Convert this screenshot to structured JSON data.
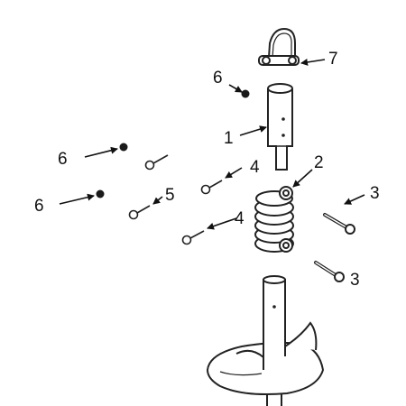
{
  "diagram": {
    "type": "exploded-parts-view",
    "colors": {
      "ink": "#222222",
      "fill": "#ffffff",
      "shade": "#d9d9d9",
      "dark": "#1a1a1a"
    },
    "callouts": [
      "1",
      "2",
      "3",
      "4",
      "5",
      "6",
      "7"
    ],
    "callout_labels": [
      {
        "id": "label-7",
        "text": "7"
      },
      {
        "id": "label-6-top",
        "text": "6"
      },
      {
        "id": "label-1",
        "text": "1"
      },
      {
        "id": "label-2",
        "text": "2"
      },
      {
        "id": "label-6-mid",
        "text": "6"
      },
      {
        "id": "label-4-upper",
        "text": "4"
      },
      {
        "id": "label-3-upper",
        "text": "3"
      },
      {
        "id": "label-6-low",
        "text": "6"
      },
      {
        "id": "label-5",
        "text": "5"
      },
      {
        "id": "label-4-lower",
        "text": "4"
      },
      {
        "id": "label-3-lower",
        "text": "3"
      }
    ]
  }
}
